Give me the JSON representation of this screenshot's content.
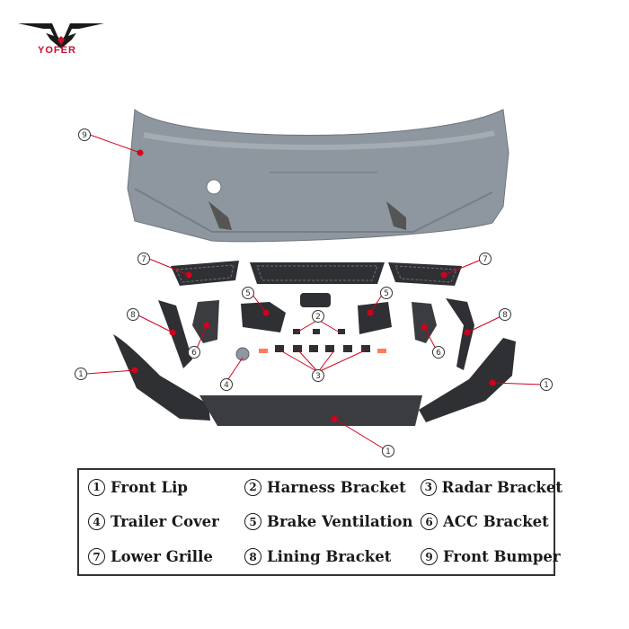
{
  "brand": {
    "name": "YOFER"
  },
  "callouts": [
    "9",
    "7",
    "7",
    "5",
    "5",
    "2",
    "8",
    "8",
    "6",
    "6",
    "1",
    "1",
    "1",
    "4",
    "3"
  ],
  "legend": [
    {
      "num": "1",
      "label": "Front Lip"
    },
    {
      "num": "2",
      "label": "Harness Bracket"
    },
    {
      "num": "3",
      "label": "Radar Bracket"
    },
    {
      "num": "4",
      "label": "Trailer Cover"
    },
    {
      "num": "5",
      "label": "Brake Ventilation"
    },
    {
      "num": "6",
      "label": "ACC Bracket"
    },
    {
      "num": "7",
      "label": "Lower Grille"
    },
    {
      "num": "8",
      "label": "Lining Bracket"
    },
    {
      "num": "9",
      "label": "Front Bumper"
    }
  ],
  "colors": {
    "brand_red": "#c8102e",
    "callout_dot": "#d0021b",
    "bumper": "#8e979f",
    "plastic": "#2e3034"
  }
}
